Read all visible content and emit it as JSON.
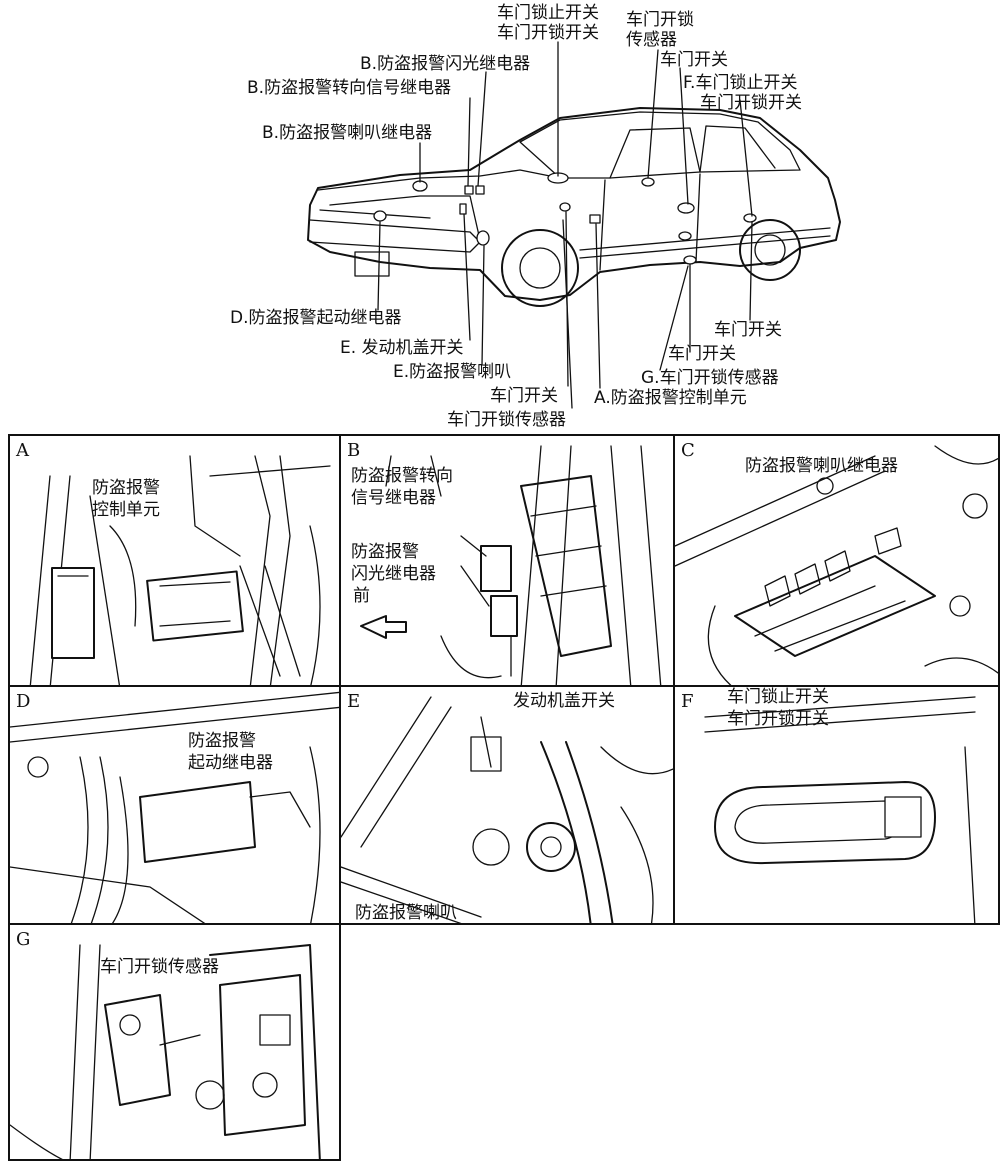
{
  "overview": {
    "labels": {
      "door_lock_switch_top_1": "车门锁止开关",
      "door_lock_switch_top_2": "车门开锁开关",
      "door_unlock_sensor_top_1": "车门开锁",
      "door_unlock_sensor_top_2": "传感器",
      "door_switch_right_top": "车门开关",
      "f_label_1": "F.车门锁止开关",
      "f_label_2": "车门开锁开关",
      "b_flash_relay": "B.防盗报警闪光继电器",
      "b_turn_relay": "B.防盗报警转向信号继电器",
      "b_horn_relay": "B.防盗报警喇叭继电器",
      "d_start_relay": "D.防盗报警起动继电器",
      "e_hood_switch": "E. 发动机盖开关",
      "e_horn": "E.防盗报警喇叭",
      "door_switch_bottom": "车门开关",
      "door_unlock_sensor_bottom": "车门开锁传感器",
      "a_control_unit": "A.防盗报警控制单元",
      "door_switch_right_1": "车门开关",
      "door_switch_right_2": "车门开关",
      "g_unlock_sensor": "G.车门开锁传感器"
    }
  },
  "panels": {
    "A": {
      "letter": "A",
      "label_1": "防盗报警",
      "label_2": "控制单元"
    },
    "B": {
      "letter": "B",
      "label_1": "防盗报警转向",
      "label_2": "信号继电器",
      "label_3": "防盗报警",
      "label_4": "闪光继电器",
      "label_5": "前"
    },
    "C": {
      "letter": "C",
      "label_1": "防盗报警喇叭继电器"
    },
    "D": {
      "letter": "D",
      "label_1": "防盗报警",
      "label_2": "起动继电器"
    },
    "E": {
      "letter": "E",
      "label_1": "发动机盖开关",
      "label_2": "防盗报警喇叭"
    },
    "F": {
      "letter": "F",
      "label_1": "车门锁止开关",
      "label_2": "车门开锁开关"
    },
    "G": {
      "letter": "G",
      "label_1": "车门开锁传感器"
    }
  }
}
